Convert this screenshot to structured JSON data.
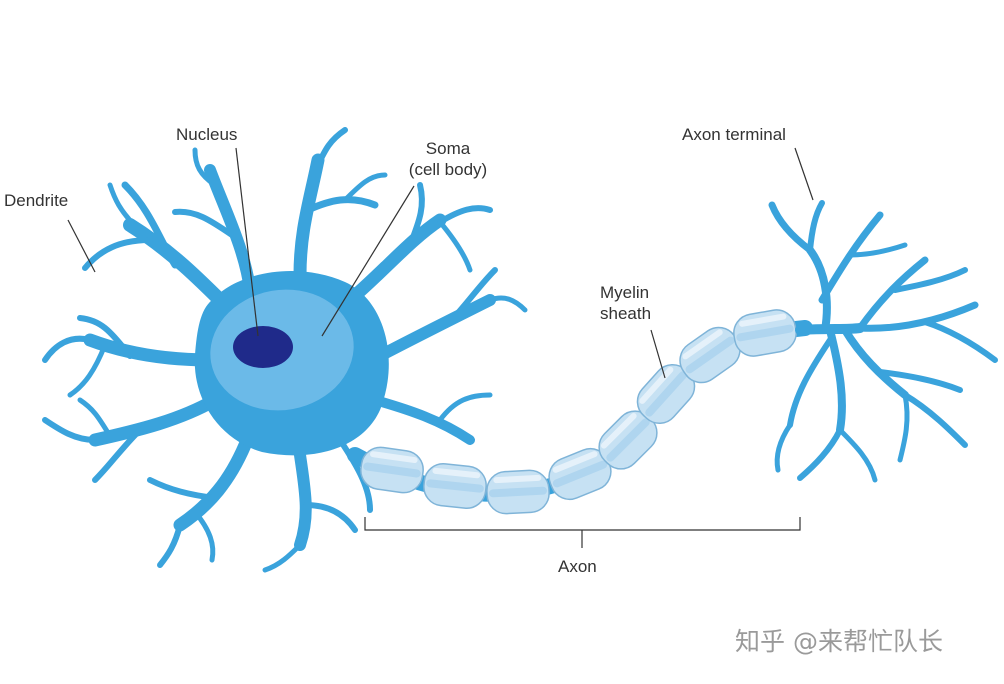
{
  "labels": {
    "dendrite": "Dendrite",
    "nucleus": "Nucleus",
    "soma": "Soma\n(cell body)",
    "axon_terminal": "Axon terminal",
    "myelin_sheath": "Myelin\nsheath",
    "axon": "Axon"
  },
  "watermark": "知乎 @来帮忙队长",
  "colors": {
    "neuron": "#3aa3dc",
    "soma_highlight": "#7cc2ec",
    "nucleus": "#1f2a8a",
    "myelin": "#c6e1f3",
    "myelin_stroke": "#7fb4d8",
    "line": "#333333"
  }
}
